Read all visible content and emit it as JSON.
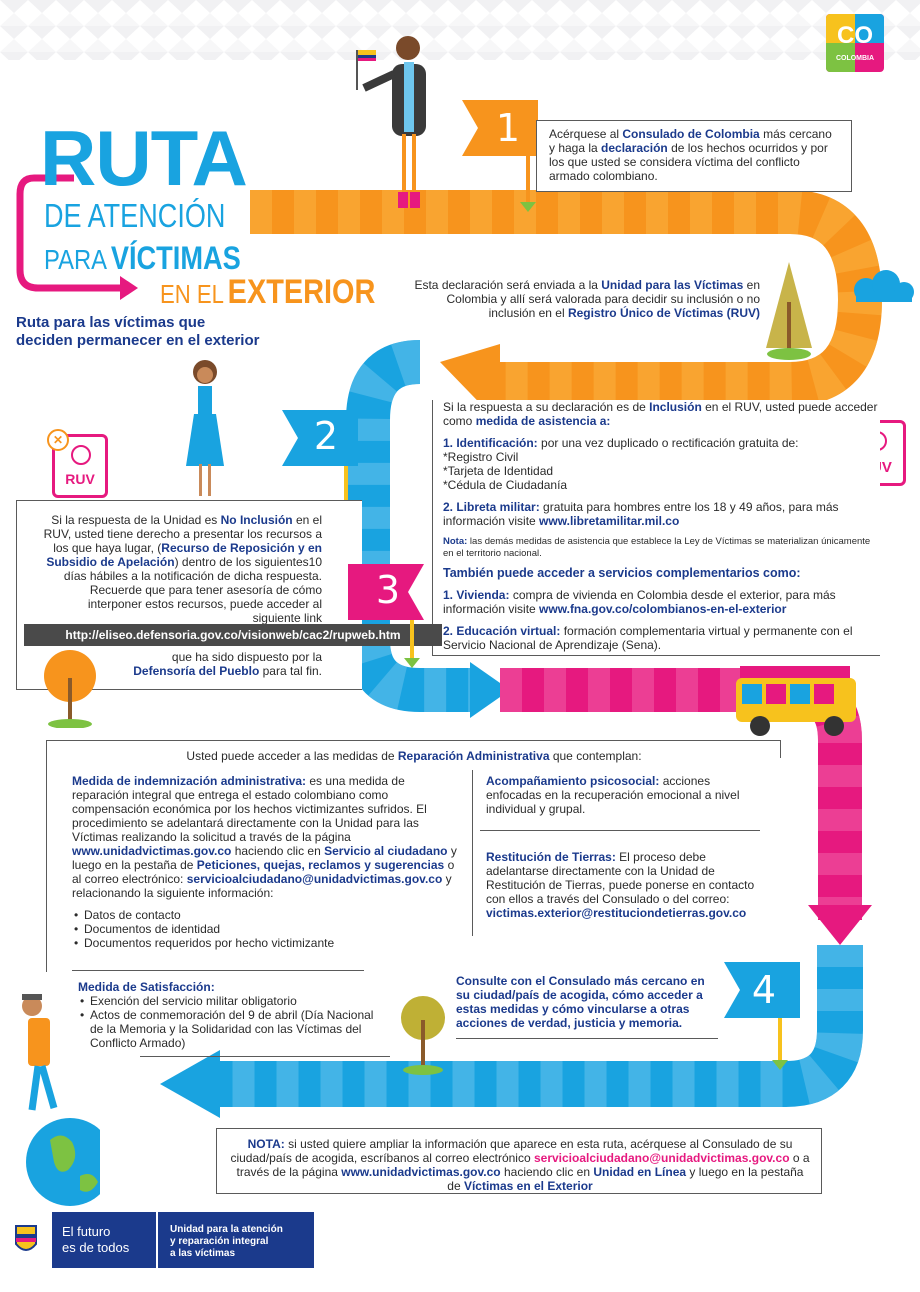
{
  "colors": {
    "blue": "#1b3a8c",
    "cyan": "#19a3e0",
    "pink": "#e6197f",
    "orange": "#f7941d",
    "lightblue": "#6ec6ee"
  },
  "logo": {
    "co": "CO",
    "country": "COLOMBIA"
  },
  "title": {
    "ruta": "RUTA",
    "de_atencion": "DE ATENCIÓN",
    "para": "PARA",
    "victimas": "VÍCTIMAS",
    "en_el": "EN EL",
    "exterior": "EXTERIOR"
  },
  "subtitle": "Ruta para las víctimas que deciden permanecer en el exterior",
  "steps": {
    "s1": "1",
    "s2": "2",
    "s3": "3",
    "s4": "4"
  },
  "box1": {
    "a": "Acérquese al ",
    "b": "Consulado de Colombia",
    "c": " más cercano y haga la ",
    "d": "declaración",
    "e": " de los hechos ocurridos y por los que usted se considera víctima del conflicto armado colombiano."
  },
  "box2": {
    "a": "Esta declaración será enviada a la ",
    "b": "Unidad para las Víctimas",
    "c": " en Colombia y allí será valorada para decidir su inclusión o no inclusión en el ",
    "d": "Registro Único de Víctimas (RUV)"
  },
  "ruv_label": "RUV",
  "incl": {
    "intro_a": "Si la respuesta a su declaración es de ",
    "intro_b": "Inclusión",
    "intro_c": " en el RUV, usted puede acceder como ",
    "intro_d": "medida de asistencia a:",
    "id_a": "1. Identificación:",
    "id_b": " por una vez duplicado o rectificación gratuita de:",
    "doc1": "*Registro Civil",
    "doc2": "*Tarjeta de Identidad",
    "doc3": "*Cédula de Ciudadanía",
    "lib_a": "2. Libreta militar:",
    "lib_b": " gratuita para hombres entre los 18 y 49 años, para más información visite ",
    "lib_c": "www.libretamilitar.mil.co",
    "nota_a": "Nota:",
    "nota_b": " las demás medidas de asistencia que establece la Ley de Víctimas se materializan únicamente en el territorio nacional.",
    "comp": "También puede acceder a servicios complementarios como:",
    "viv_a": "1. Vivienda:",
    "viv_b": " compra de vivienda en Colombia desde el exterior, para más información visite ",
    "viv_c": "www.fna.gov.co/colombianos-en-el-exterior",
    "edu_a": "2. Educación virtual:",
    "edu_b": " formación complementaria virtual y permanente con el Servicio Nacional de Aprendizaje (Sena)."
  },
  "noincl": {
    "a": "Si la respuesta de la Unidad es ",
    "b": "No Inclusión",
    "c": " en el RUV, usted tiene derecho a presentar los recursos a los que haya lugar, (",
    "d": "Recurso de Reposición y en Subsidio de Apelación",
    "e": ") dentro de los siguientes10 días hábiles a la notificación de dicha respuesta. Recuerde que para tener asesoría de cómo interponer estos recursos, puede acceder al siguiente link",
    "link": "http://eliseo.defensoria.gov.co/visionweb/cac2/rupweb.htm",
    "f": "que ha sido dispuesto por la ",
    "g": "Defensoría del Pueblo",
    "h": " para tal fin."
  },
  "repar": {
    "intro_a": "Usted puede acceder a las medidas de ",
    "intro_b": "Reparación Administrativa",
    "intro_c": " que contemplan:",
    "ind_a": "Medida de indemnización administrativa:",
    "ind_b": " es una medida de reparación integral que entrega el estado colombiano como compensación económica por los hechos victimizantes sufridos. El procedimiento se adelantará directamente con la Unidad para las Víctimas realizando la solicitud a través de la página ",
    "ind_c": "www.unidadvictimas.gov.co",
    "ind_d": " haciendo clic en ",
    "ind_e": "Servicio al ciudadano",
    "ind_f": " y luego en la pestaña de ",
    "ind_g": "Peticiones, quejas, reclamos y sugerencias",
    "ind_h": " o al correo electrónico: ",
    "ind_i": "servicioalciudadano@unidadvictimas.gov.co",
    "ind_j": " y relacionando la siguiente información:",
    "li1": "Datos de contacto",
    "li2": "Documentos de identidad",
    "li3": "Documentos requeridos por hecho victimizante",
    "psi_a": "Acompañamiento psicosocial:",
    "psi_b": " acciones enfocadas en la recuperación emocional a nivel individual y grupal.",
    "tie_a": "Restitución de Tierras:",
    "tie_b": " El proceso debe adelantarse directamente con la Unidad de Restitución de Tierras, puede ponerse en contacto con ellos a través del Consulado o del correo:",
    "tie_c": "victimas.exterior@restituciondetierras.gov.co",
    "sat_t": "Medida de Satisfacción:",
    "sat1": "Exención del servicio militar obligatorio",
    "sat2": "Actos de conmemoración del 9 de abril (Día Nacional de la Memoria y la Solidaridad con las Víctimas del Conflicto Armado)"
  },
  "consulte": "Consulte con el Consulado más cercano en su ciudad/país de acogida, cómo acceder a estas medidas y cómo vincularse a otras acciones de verdad, justicia y memoria.",
  "nota": {
    "a": "NOTA:",
    "b": " si usted quiere ampliar la información que aparece en esta ruta, acérquese al Consulado de su ciudad/país de acogida, escríbanos al correo electrónico ",
    "c": "servicioalciudadano@unidadvictimas.gov.co",
    "d": " o a través de la página ",
    "e": "www.unidadvictimas.gov.co",
    "f": " haciendo clic en ",
    "g": "Unidad en Línea",
    "h": " y luego en la pestaña de ",
    "i": "Víctimas en el Exterior"
  },
  "footer": {
    "left1": "El futuro",
    "left2": "es de todos",
    "right1": "Unidad para la atención",
    "right2": "y reparación integral",
    "right3": "a las víctimas"
  }
}
